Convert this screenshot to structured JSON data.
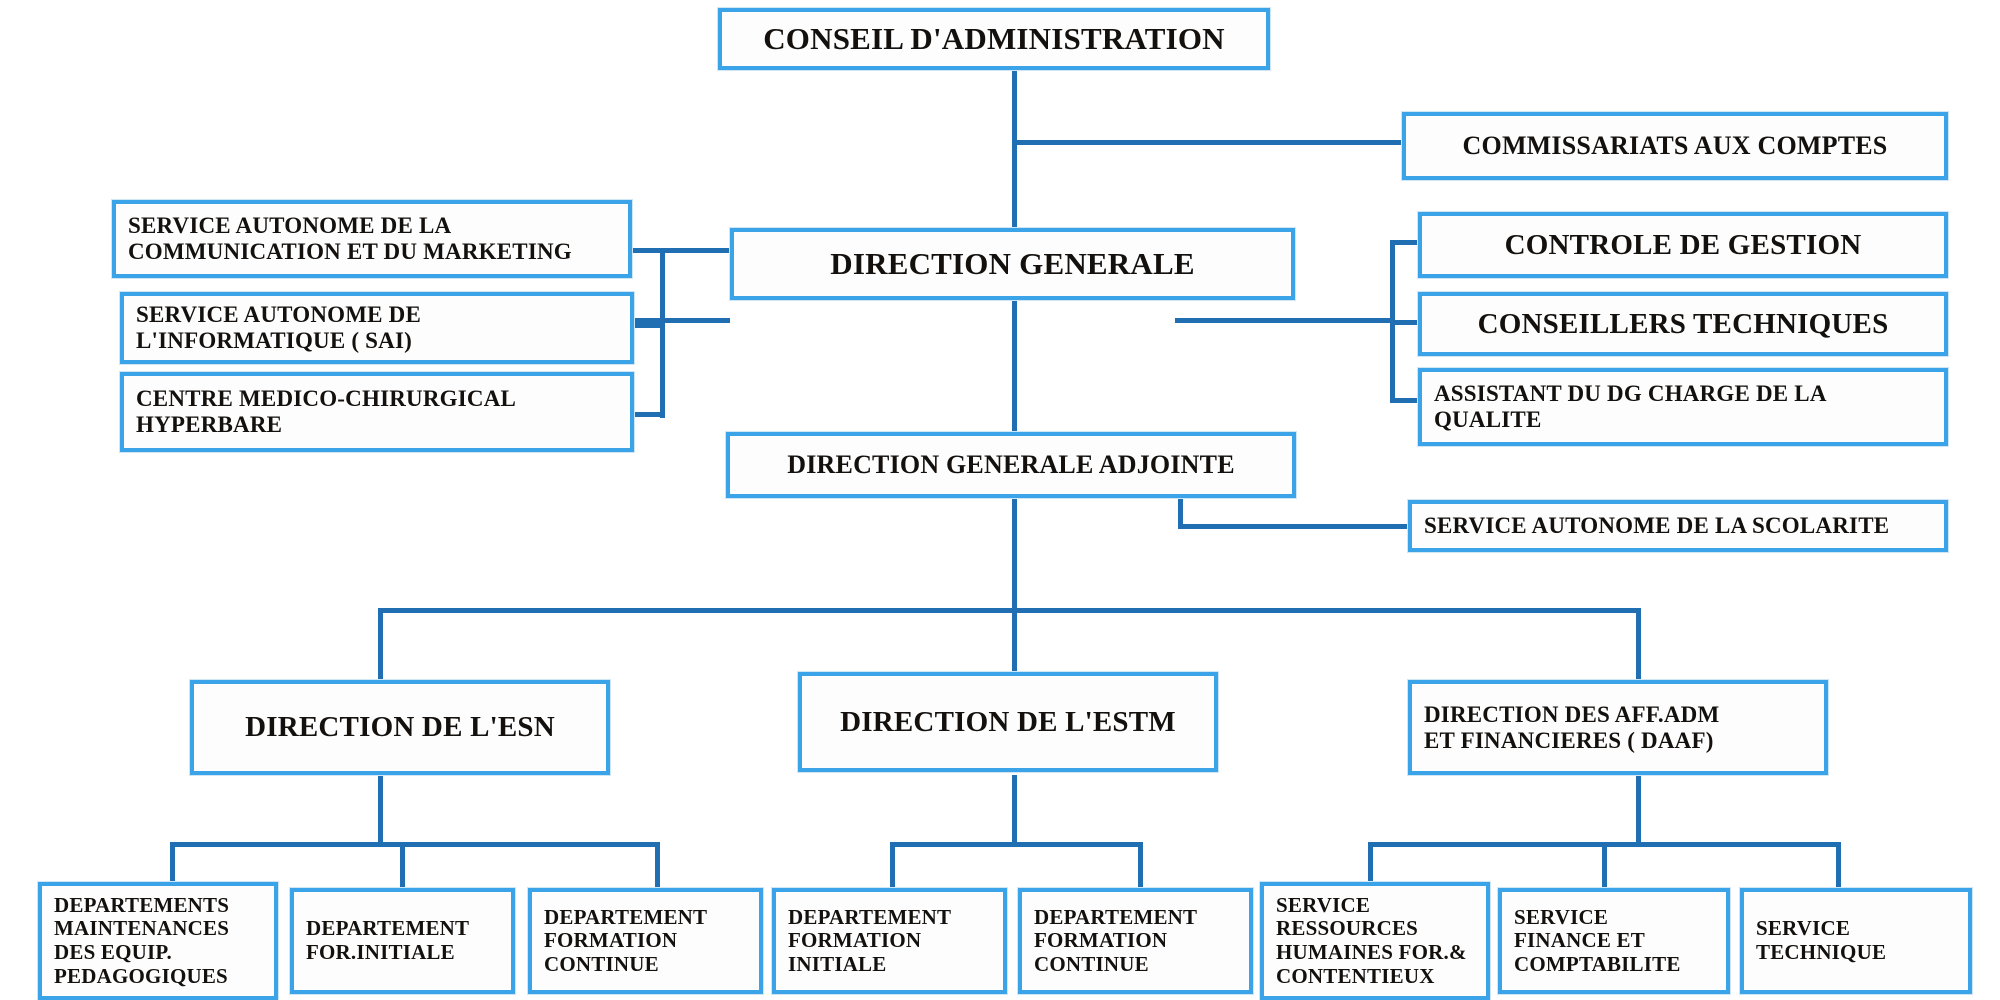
{
  "diagram": {
    "title": "Organigramme",
    "type": "organizational-chart",
    "accent_color": "#3ba3e8",
    "line_color": "#1f6fb2",
    "box_fill": "#fdfdfd",
    "text_color": "#13100d"
  },
  "nodes": {
    "conseil_administration": "CONSEIL D'ADMINISTRATION",
    "commissariats_comptes": "COMMISSARIATS AUX COMPTES",
    "direction_generale": "DIRECTION GENERALE",
    "service_communication_marketing": "SERVICE AUTONOME DE LA\nCOMMUNICATION ET DU MARKETING",
    "service_informatique": "SERVICE AUTONOME DE\nL'INFORMATIQUE ( SAI)",
    "centre_medico_chirurgical": "CENTRE MEDICO-CHIRURGICAL\nHYPERBARE",
    "controle_gestion": "CONTROLE DE GESTION",
    "conseillers_techniques": "CONSEILLERS TECHNIQUES",
    "assistant_dg_qualite": "ASSISTANT DU DG CHARGE DE LA\nQUALITE",
    "direction_generale_adjointe": "DIRECTION GENERALE ADJOINTE",
    "service_scolarite": "SERVICE AUTONOME DE LA SCOLARITE",
    "direction_esn": "DIRECTION DE L'ESN",
    "direction_estm": "DIRECTION DE L'ESTM",
    "direction_daaf": "DIRECTION DES AFF.ADM\nET FINANCIERES ( DAAF)",
    "dept_maintenance_equip": "DEPARTEMENTS\nMAINTENANCES\nDES EQUIP.\nPEDAGOGIQUES",
    "dept_for_initiale": "DEPARTEMENT\nFOR.INITIALE",
    "dept_formation_continue_esn": "DEPARTEMENT\nFORMATION\nCONTINUE",
    "dept_formation_initiale_estm": "DEPARTEMENT\nFORMATION\nINITIALE",
    "dept_formation_continue_estm": "DEPARTEMENT\nFORMATION\nCONTINUE",
    "service_rh_contentieux": "SERVICE\nRESSOURCES\nHUMAINES FOR.&\nCONTENTIEUX",
    "service_finance_comptabilite": "SERVICE\nFINANCE ET\nCOMPTABILITE",
    "service_technique": "SERVICE\nTECHNIQUE"
  }
}
